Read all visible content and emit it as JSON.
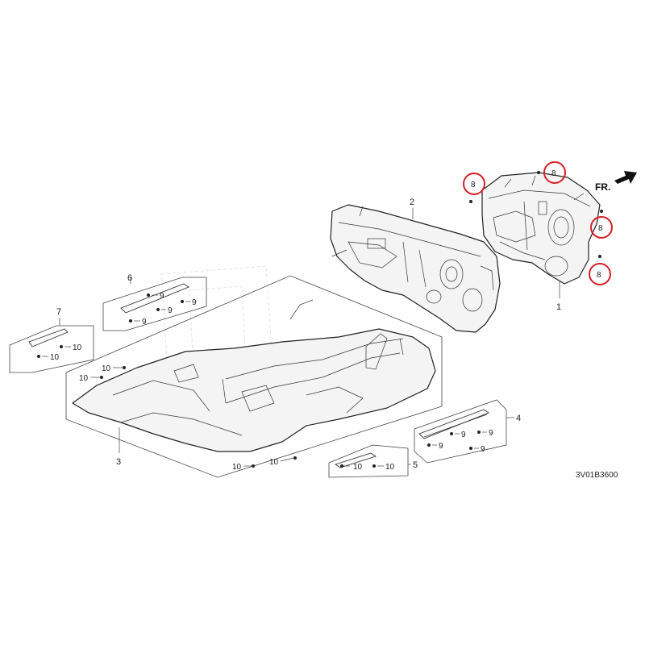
{
  "diagram": {
    "part_numbers": {
      "p1": "1",
      "p2": "2",
      "p3": "3",
      "p4": "4",
      "p5": "5",
      "p6": "6",
      "p7": "7"
    },
    "fastener_labels": {
      "clip": "8",
      "bolt9": "9",
      "bolt10": "10"
    },
    "direction_label": "FR.",
    "drawing_code": "3V01B3600",
    "highlight_color": "#d81f26",
    "line_color": "#222222"
  }
}
